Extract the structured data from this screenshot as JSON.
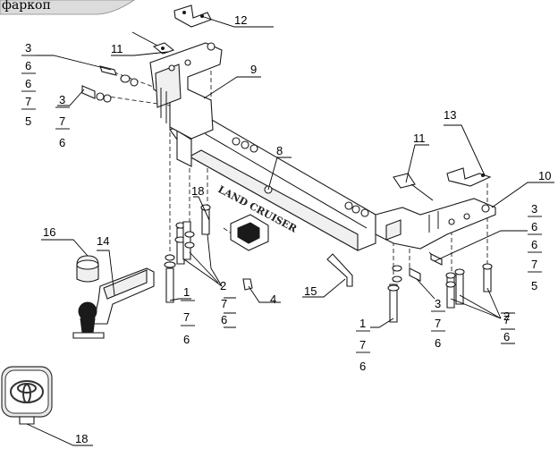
{
  "header": {
    "title": "фаркоп"
  },
  "body_text": {
    "brand": "LAND CRUISER"
  },
  "callouts": {
    "c12": "12",
    "c11a": "11",
    "c9": "9",
    "c8": "8",
    "c11b": "11",
    "c13": "13",
    "c10": "10",
    "c16": "16",
    "c14": "14",
    "c18top": "18",
    "c4": "4",
    "c15": "15",
    "c18": "18",
    "c2a": "2",
    "c2b": "2"
  },
  "stacks": {
    "left_a": [
      "3",
      "6",
      "6",
      "7",
      "5"
    ],
    "left_b": [
      "3",
      "7",
      "6"
    ],
    "s1": [
      "1",
      "7",
      "6"
    ],
    "s2a": [
      "7",
      "6"
    ],
    "right_a": [
      "3",
      "6",
      "6",
      "7",
      "5"
    ],
    "right_b": [
      "1",
      "7",
      "6"
    ],
    "right_c": [
      "3",
      "7",
      "6"
    ],
    "s2b": [
      "7",
      "6"
    ]
  }
}
